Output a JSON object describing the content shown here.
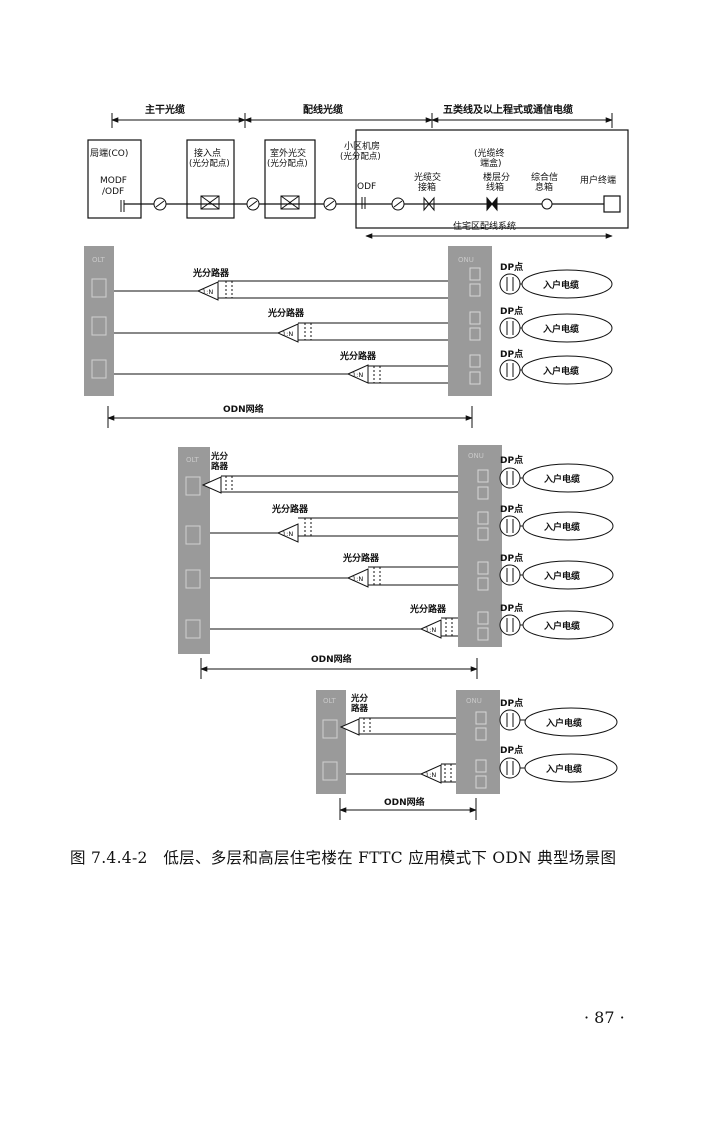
{
  "top": {
    "seg_trunk": "主干光缆",
    "seg_distribution": "配线光缆",
    "seg_cable": "五类线及以上程式或通信电缆",
    "co_label": "局端(CO)",
    "modf_line1": "MODF",
    "modf_line2": "/ODF",
    "access_line1": "接入点",
    "access_line2": "(光分配点)",
    "cross_line1": "室外光交",
    "cross_line2": "(光分配点)",
    "room_line1": "小区机房",
    "room_line2": "(光分配点)",
    "odf": "ODF",
    "terminal_box_line1": "(光缆终",
    "terminal_box_line2": "端盒)",
    "cross_box_line1": "光缆交",
    "cross_box_line2": "接箱",
    "floor_box_line1": "楼层分",
    "floor_box_line2": "线箱",
    "info_box_line1": "综合信",
    "info_box_line2": "息箱",
    "user_terminal": "用户终端",
    "residential_system": "住宅区配线系统"
  },
  "odn": {
    "olt": "OLT",
    "onu": "ONU",
    "splitter": "光分路器",
    "splitter_line1": "光分",
    "splitter_line2": "路器",
    "ratio": "1:N",
    "dp": "DP点",
    "cable": "入户电缆",
    "network": "ODN网络"
  },
  "caption": {
    "number": "图 7.4.4-2",
    "title": "低层、多层和高层住宅楼在 FTTC 应用模式下 ODN 典型场景图"
  },
  "page_number": "· 87 ·",
  "colors": {
    "line": "#111111",
    "equipment_gray": "#9a9a9a",
    "equipment_dark": "#7d7d7d"
  }
}
